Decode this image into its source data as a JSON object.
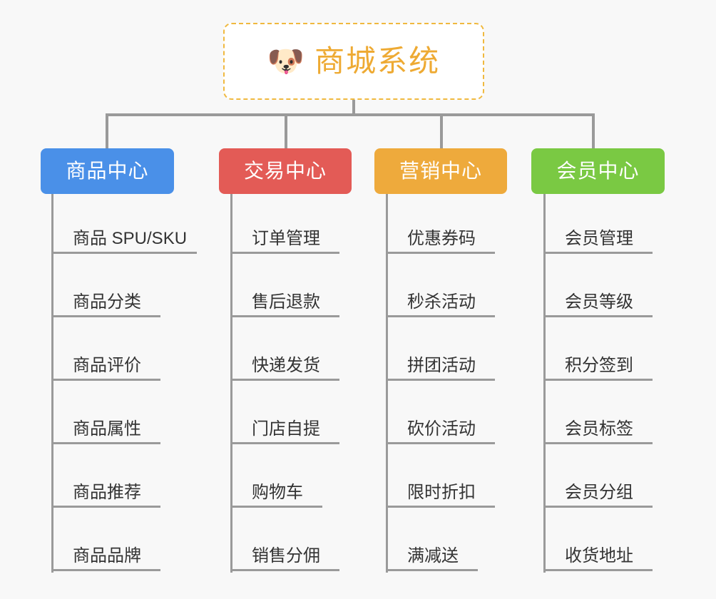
{
  "page": {
    "background_color": "#f8f8f8",
    "line_color": "#9a9a9a",
    "title": "商城系统"
  },
  "root": {
    "icon": "shiba-dog-emoji",
    "icon_glyph": "🐶",
    "label": "商城系统",
    "text_color": "#eeaa33",
    "border_color": "#f0b93f",
    "background_color": "#ffffff"
  },
  "categories": [
    {
      "key": "product",
      "label": "商品中心",
      "color": "#4a90e8",
      "items": [
        {
          "label": "商品 SPU/SKU"
        },
        {
          "label": "商品分类"
        },
        {
          "label": "商品评价"
        },
        {
          "label": "商品属性"
        },
        {
          "label": "商品推荐"
        },
        {
          "label": "商品品牌"
        }
      ]
    },
    {
      "key": "trade",
      "label": "交易中心",
      "color": "#e35b56",
      "items": [
        {
          "label": "订单管理"
        },
        {
          "label": "售后退款"
        },
        {
          "label": "快递发货"
        },
        {
          "label": "门店自提"
        },
        {
          "label": "购物车"
        },
        {
          "label": "销售分佣"
        }
      ]
    },
    {
      "key": "marketing",
      "label": "营销中心",
      "color": "#eeaa3c",
      "items": [
        {
          "label": "优惠券码"
        },
        {
          "label": "秒杀活动"
        },
        {
          "label": "拼团活动"
        },
        {
          "label": "砍价活动"
        },
        {
          "label": "限时折扣"
        },
        {
          "label": "满减送"
        }
      ]
    },
    {
      "key": "member",
      "label": "会员中心",
      "color": "#7ac943",
      "items": [
        {
          "label": "会员管理"
        },
        {
          "label": "会员等级"
        },
        {
          "label": "积分签到"
        },
        {
          "label": "会员标签"
        },
        {
          "label": "会员分组"
        },
        {
          "label": "收货地址"
        }
      ]
    }
  ]
}
